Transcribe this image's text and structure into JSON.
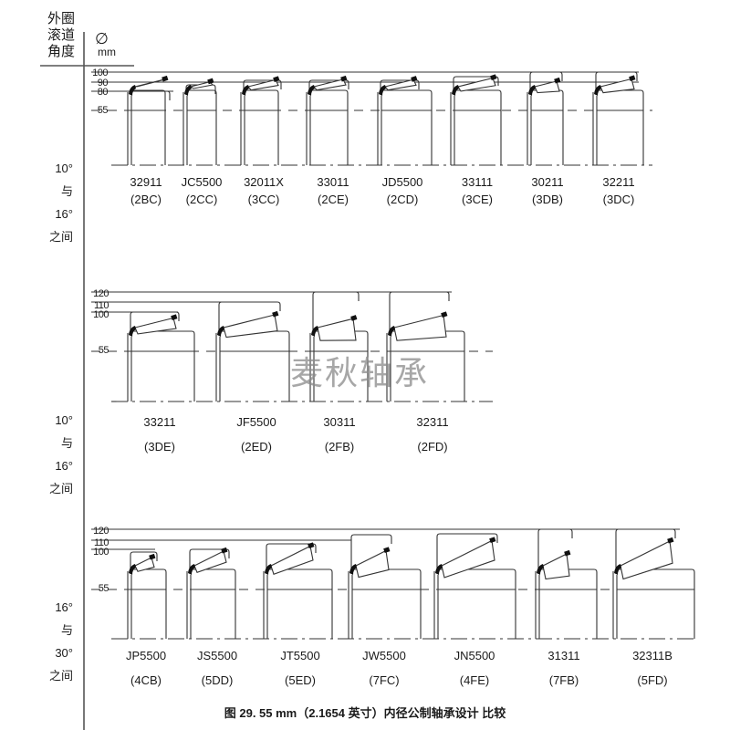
{
  "header": {
    "column_title_lines": [
      "外圈",
      "滚道",
      "角度"
    ],
    "diameter_symbol": "∅",
    "diameter_unit": "mm"
  },
  "watermark": "麦秋轴承",
  "caption": "图 29. 55 mm（2.1654 英寸）内径公制轴承设计 比较",
  "colors": {
    "line": "#333333",
    "fill": "#111111",
    "background": "#ffffff",
    "watermark": "#8a8a8a"
  },
  "groups": [
    {
      "angle_lines": [
        "10°",
        "与",
        "16°",
        "之间"
      ],
      "scale_labels": [
        "100",
        "90",
        "80",
        "55"
      ],
      "bearings": [
        {
          "name": "32911",
          "code": "(2BC)"
        },
        {
          "name": "JC5500",
          "code": "(2CC)"
        },
        {
          "name": "32011X",
          "code": "(3CC)"
        },
        {
          "name": "33011",
          "code": "(2CE)"
        },
        {
          "name": "JD5500",
          "code": "(2CD)"
        },
        {
          "name": "33111",
          "code": "(3CE)"
        },
        {
          "name": "30211",
          "code": "(3DB)"
        },
        {
          "name": "32211",
          "code": "(3DC)"
        }
      ]
    },
    {
      "angle_lines": [
        "10°",
        "与",
        "16°",
        "之间"
      ],
      "scale_labels": [
        "120",
        "110",
        "100",
        "55"
      ],
      "bearings": [
        {
          "name": "33211",
          "code": "(3DE)"
        },
        {
          "name": "JF5500",
          "code": "(2ED)"
        },
        {
          "name": "30311",
          "code": "(2FB)"
        },
        {
          "name": "32311",
          "code": "(2FD)"
        }
      ]
    },
    {
      "angle_lines": [
        "16°",
        "与",
        "30°",
        "之间"
      ],
      "scale_labels": [
        "120",
        "110",
        "100",
        "55"
      ],
      "bearings": [
        {
          "name": "JP5500",
          "code": "(4CB)"
        },
        {
          "name": "JS5500",
          "code": "(5DD)"
        },
        {
          "name": "JT5500",
          "code": "(5ED)"
        },
        {
          "name": "JW5500",
          "code": "(7FC)"
        },
        {
          "name": "JN5500",
          "code": "(4FE)"
        },
        {
          "name": "31311",
          "code": "(7FB)"
        },
        {
          "name": "32311B",
          "code": "(5FD)"
        }
      ]
    }
  ]
}
